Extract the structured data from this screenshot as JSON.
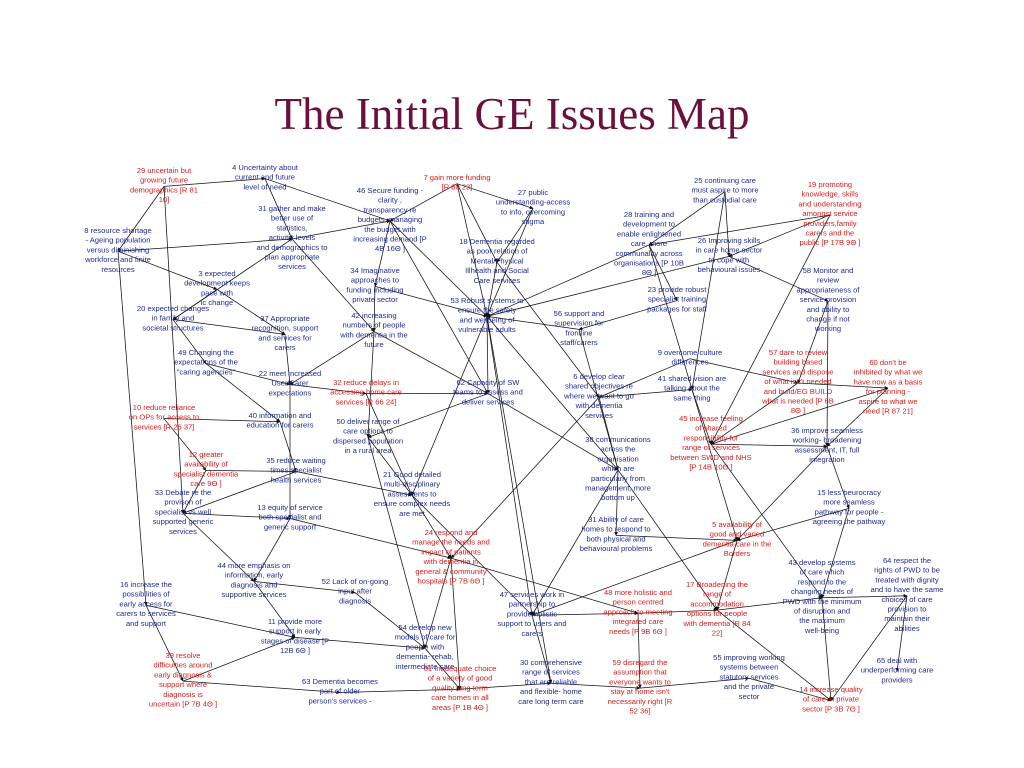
{
  "title": "The Initial GE Issues Map",
  "colors": {
    "blue": "#1f2b8f",
    "red": "#d61c1c",
    "title": "#6b0f3c",
    "link": "#111111"
  },
  "nodes": [
    {
      "id": "29",
      "lines": [
        "29 uncertain but",
        "growing future",
        "demographics [R 81",
        "10]"
      ],
      "color": "red"
    },
    {
      "id": "4",
      "lines": [
        "4 Uncertainty about",
        "current and future",
        "level of need"
      ],
      "color": "blue"
    },
    {
      "id": "7",
      "lines": [
        "7 gain more funding",
        "[R 80 23]"
      ],
      "color": "red"
    },
    {
      "id": "46",
      "lines": [
        "46 Secure funding -",
        "clarity ,",
        "transparency re",
        "budgets, managing",
        "the budget with",
        "increasing demand [P",
        "4B 16Θ ]"
      ],
      "color": "blue"
    },
    {
      "id": "27",
      "lines": [
        "27 public",
        "understanding-access",
        "to info, overcoming",
        "stigma"
      ],
      "color": "blue"
    },
    {
      "id": "25",
      "lines": [
        "25 continuing care",
        "must aspire to more",
        "than custodial care"
      ],
      "color": "blue"
    },
    {
      "id": "19",
      "lines": [
        "19 promoting",
        "knowledge, skills",
        "and understanding",
        "amongst service",
        "providers,family",
        "carers and the",
        "public [P 17B 9Θ ]"
      ],
      "color": "red"
    },
    {
      "id": "8",
      "lines": [
        "8 resource shortage",
        "- Ageing population",
        "versus diminishing",
        "workforce and finite",
        "resources"
      ],
      "color": "blue"
    },
    {
      "id": "31",
      "lines": [
        "31 gather and make",
        "better use of",
        "statistics,",
        "activitiy levels",
        "and demographics to",
        "plan appropriate",
        "services"
      ],
      "color": "blue"
    },
    {
      "id": "18",
      "lines": [
        "18 Dementia regarded",
        "as poor relation of",
        "Mental/Physical",
        "Illhealth and Social",
        "Care services"
      ],
      "color": "blue"
    },
    {
      "id": "28",
      "lines": [
        "28 training and",
        "development to",
        "enable enlightened",
        "care, more",
        "communality across",
        "organisations [P 10B",
        "8Θ ]"
      ],
      "color": "blue"
    },
    {
      "id": "26",
      "lines": [
        "26 Improving skills",
        "in care home sector",
        "to cope with",
        "behavioural issues"
      ],
      "color": "blue"
    },
    {
      "id": "3",
      "lines": [
        "3 expected",
        "development keeps",
        "pace with",
        "ic change"
      ],
      "color": "blue"
    },
    {
      "id": "34",
      "lines": [
        "34 Imaginative",
        "approaches to",
        "funding including",
        "private sector"
      ],
      "color": "blue"
    },
    {
      "id": "53",
      "lines": [
        "53 Robust systems to",
        "ensure the safety",
        "and wellbeing of",
        "vulnerable adults"
      ],
      "color": "blue"
    },
    {
      "id": "23",
      "lines": [
        "23 provide robust",
        "specialist training",
        "packages for staff"
      ],
      "color": "blue"
    },
    {
      "id": "58",
      "lines": [
        "58 Monitor and",
        "review",
        "appropriateness of",
        "service provision",
        "and ability to",
        "change if not",
        "working"
      ],
      "color": "blue"
    },
    {
      "id": "20",
      "lines": [
        "20 expected changes",
        "in family and",
        "societal structures"
      ],
      "color": "blue"
    },
    {
      "id": "37",
      "lines": [
        "37 Appropriate",
        "recognition, support",
        "and services for",
        "carers"
      ],
      "color": "blue"
    },
    {
      "id": "42",
      "lines": [
        "42 increasing",
        "numbers of people",
        "with dementia in the",
        "future"
      ],
      "color": "blue"
    },
    {
      "id": "56",
      "lines": [
        "56 support and",
        "supervision for",
        "frontline",
        "staff/carers"
      ],
      "color": "blue"
    },
    {
      "id": "49",
      "lines": [
        "49 Changing the",
        "expectations of the",
        "\"caring agencies\""
      ],
      "color": "blue"
    },
    {
      "id": "9",
      "lines": [
        "9 overcome culture",
        "differences"
      ],
      "color": "blue"
    },
    {
      "id": "57",
      "lines": [
        "57 dare to review",
        "building based",
        "services and dispose",
        "of what isn't needed",
        "and build/EG BUILD",
        "what is needed [P 6B",
        "8Θ ]"
      ],
      "color": "red"
    },
    {
      "id": "60",
      "lines": [
        "60 don't be",
        "inhibited by what we",
        "have now as a basis",
        "for planning -",
        "aspire to what we",
        "need [R 87 21]"
      ],
      "color": "red"
    },
    {
      "id": "22",
      "lines": [
        "22 meet increased",
        "User/Carer",
        "expectations"
      ],
      "color": "blue"
    },
    {
      "id": "32",
      "lines": [
        "32 reduce delays in",
        "accessing home care",
        "services [R 66 24]"
      ],
      "color": "red"
    },
    {
      "id": "62",
      "lines": [
        "62 Capacity of SW",
        "teams to assess and",
        "deliver services"
      ],
      "color": "blue"
    },
    {
      "id": "6",
      "lines": [
        "6 develop clear",
        "shared objectives re",
        "where we want to go",
        "with dementia",
        "services"
      ],
      "color": "blue"
    },
    {
      "id": "41",
      "lines": [
        "41 shared vision are",
        "talking about the",
        "same thing"
      ],
      "color": "blue"
    },
    {
      "id": "10",
      "lines": [
        "10 reduce reliance",
        "on OPs for access to",
        "services [R 26 37]"
      ],
      "color": "red"
    },
    {
      "id": "40",
      "lines": [
        "40 information and",
        "education for carers"
      ],
      "color": "blue"
    },
    {
      "id": "50",
      "lines": [
        "50 deliver range of",
        "care options to",
        "dispersed population",
        "in a rural area"
      ],
      "color": "blue"
    },
    {
      "id": "45",
      "lines": [
        "45 increase feeling",
        "of shared",
        "responsibility for",
        "range of services",
        "between SWD and NHS",
        "[P 14B 10Θ ]"
      ],
      "color": "red"
    },
    {
      "id": "36",
      "lines": [
        "36 improve seamless",
        "working- broadening",
        "assessment, IT, full",
        "integration"
      ],
      "color": "blue"
    },
    {
      "id": "12",
      "lines": [
        "12 greater",
        "availability of",
        "specialist dementia",
        "care 9Θ ]"
      ],
      "color": "red"
    },
    {
      "id": "35",
      "lines": [
        "35 reduce waiting",
        "times specialist",
        "health services"
      ],
      "color": "blue"
    },
    {
      "id": "38",
      "lines": [
        "38 communications",
        "across the",
        "organisation",
        "which are",
        "particularly from",
        "management, more",
        "bottom up"
      ],
      "color": "blue"
    },
    {
      "id": "33",
      "lines": [
        "33 Debate re the",
        "provison of",
        "specialist vs well",
        "supported generic",
        "services"
      ],
      "color": "blue"
    },
    {
      "id": "21",
      "lines": [
        "21 Good detailed",
        "multi-disciplinary",
        "assesments to",
        "ensure complex needs",
        "are met"
      ],
      "color": "blue"
    },
    {
      "id": "13",
      "lines": [
        "13 equity of service",
        "both specialist and",
        "generic support"
      ],
      "color": "blue"
    },
    {
      "id": "15",
      "lines": [
        "15 less beurocracy",
        "more seamless",
        "pathway for people -",
        "agreeing the pathway"
      ],
      "color": "blue"
    },
    {
      "id": "31b",
      "lines": [
        "31 Ability of care",
        "homes to respond to",
        "both physical and",
        "behavioural problems"
      ],
      "color": "blue"
    },
    {
      "id": "5",
      "lines": [
        "5 availability of",
        "good and varied",
        "dementia care in the",
        "Borders"
      ],
      "color": "red"
    },
    {
      "id": "24",
      "lines": [
        "24 respond and",
        "manage the needs and",
        "impact of patients",
        "with dementia in",
        "general & community",
        "hospitals [P 7B 6Θ ]"
      ],
      "color": "red"
    },
    {
      "id": "44",
      "lines": [
        "44 more emphasis on",
        "information, early",
        "diagnosis and",
        "supportive services"
      ],
      "color": "blue"
    },
    {
      "id": "43",
      "lines": [
        "43 develop systems",
        "of care which",
        "respond to the",
        "changing needs of",
        "PWD with the minimum",
        "of disruption and",
        "the maximum",
        "well-being"
      ],
      "color": "blue"
    },
    {
      "id": "64",
      "lines": [
        "64 respect the",
        "rights of PWD to be",
        "treated with dignity",
        "and to have the same",
        "choices of care",
        "provision to",
        "maintain their",
        "abilities"
      ],
      "color": "blue"
    },
    {
      "id": "16",
      "lines": [
        "16 increase the",
        "possibilities of",
        "early access for",
        "carers to services",
        "and support"
      ],
      "color": "blue"
    },
    {
      "id": "52",
      "lines": [
        "52 Lack of on-going",
        "input after",
        "diagnosis"
      ],
      "color": "blue"
    },
    {
      "id": "47",
      "lines": [
        "47 services work in",
        "partnership to",
        "provide holistic",
        "support to users and",
        "carers"
      ],
      "color": "blue"
    },
    {
      "id": "48",
      "lines": [
        "48 more holistic and",
        "person centred",
        "approach to meeting",
        "integrated care",
        "needs [P 9B 6Θ ]"
      ],
      "color": "red"
    },
    {
      "id": "17",
      "lines": [
        "17 Broadening the",
        "range of",
        "accommodation",
        "options for people",
        "with dementia [R 84",
        "22]"
      ],
      "color": "red"
    },
    {
      "id": "11",
      "lines": [
        "11 provide more",
        "support in early",
        "stages of disease [P",
        "12B 6Θ ]"
      ],
      "color": "blue"
    },
    {
      "id": "54",
      "lines": [
        "54 develop new",
        "models of care for",
        "people with",
        "dementia- rehab,",
        "intermediate care"
      ],
      "color": "blue"
    },
    {
      "id": "39",
      "lines": [
        "39 resolve",
        "difficulties around",
        "early diagnosis &",
        "support where",
        "diagnosis is",
        "uncertain [P 7B 4Θ ]"
      ],
      "color": "red"
    },
    {
      "id": "30",
      "lines": [
        "30 comprehensive",
        "range of services",
        "that are reliable",
        "and flexible- home",
        "care long term care"
      ],
      "color": "blue"
    },
    {
      "id": "59",
      "lines": [
        "59 disregard the",
        "assumption that",
        "everyone wants to",
        "stay at home isn't",
        "necessarily right [R",
        "52 36]"
      ],
      "color": "red"
    },
    {
      "id": "55",
      "lines": [
        "55 improving working",
        "systems between",
        "statutory services",
        "and the private",
        "sector"
      ],
      "color": "blue"
    },
    {
      "id": "65",
      "lines": [
        "65 deal with",
        "underperforming care",
        "providers"
      ],
      "color": "blue"
    },
    {
      "id": "63",
      "lines": [
        "63 Dementia becomes",
        "part of older",
        "person's services -"
      ],
      "color": "blue"
    },
    {
      "id": "61",
      "lines": [
        "61 Inadequate choice",
        "of a variety of good",
        "quality long term",
        "care homes in all",
        "areas [P 1B 4Θ ]"
      ],
      "color": "red"
    },
    {
      "id": "14",
      "lines": [
        "14 increase quality",
        "of care in private",
        "sector [P 3B 7Θ ]"
      ],
      "color": "red"
    }
  ]
}
